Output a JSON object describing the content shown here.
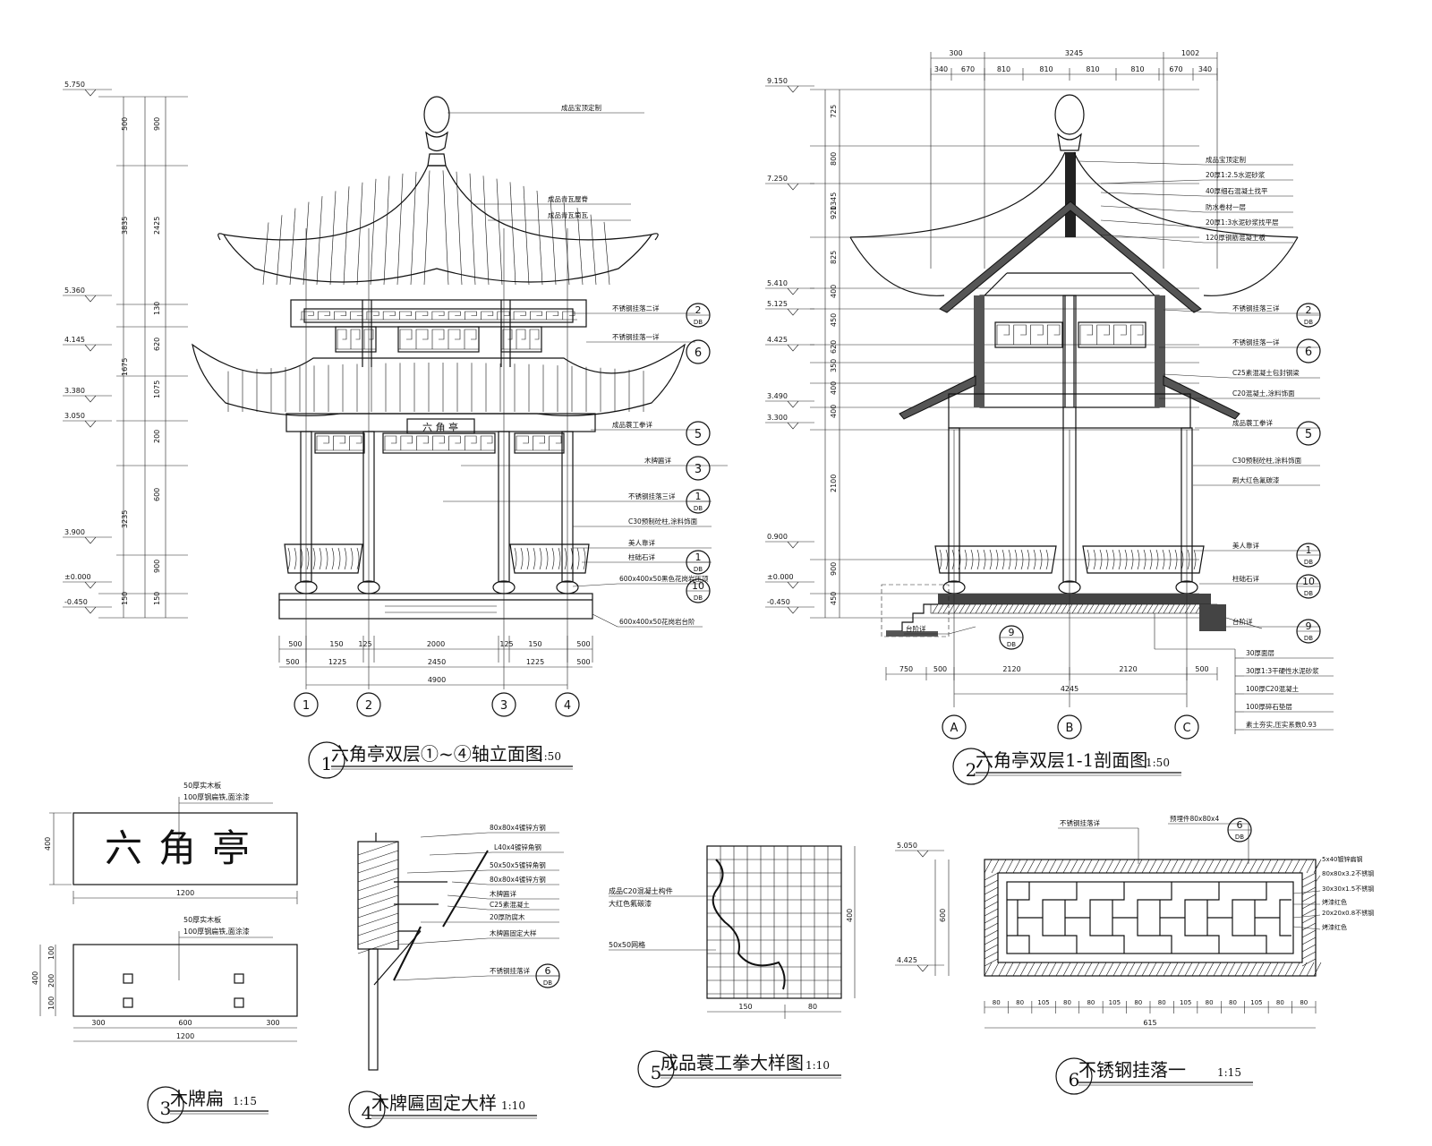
{
  "titles": {
    "d1": {
      "num": "1",
      "name": "六角亭双层①~④轴立面图",
      "scale": "1:50"
    },
    "d2": {
      "num": "2",
      "name": "六角亭双层1-1剖面图",
      "scale": "1:50"
    },
    "d3": {
      "num": "3",
      "name": "木牌扁",
      "scale": "1:15"
    },
    "d4": {
      "num": "4",
      "name": "木牌匾固定大样",
      "scale": "1:10"
    },
    "d5": {
      "num": "5",
      "name": "成品蓑工拳大样图",
      "scale": "1:10"
    },
    "d6": {
      "num": "6",
      "name": "不锈钢挂落一",
      "scale": "1:15"
    }
  },
  "elev": {
    "levels": [
      "5.750",
      "5.360",
      "4.145",
      "3.380",
      "3.050",
      "3.900",
      "±0.000",
      "-0.450"
    ],
    "vdims_outer": [
      "500",
      "3835",
      "1675",
      "3235",
      "150"
    ],
    "vdims_inner": [
      "900",
      "2425",
      "130",
      "620",
      "1075",
      "200",
      "600",
      "900",
      "150"
    ],
    "labels": [
      "成品宝顶定制",
      "成品青瓦屋脊",
      "成品青瓦筒瓦",
      "不锈钢挂落二详",
      "不锈钢挂落一详",
      "成品蓑工拳详",
      "木牌匾详",
      "不锈钢挂落三详",
      "C30预制砼柱,涂料饰面",
      "美人靠详",
      "柱础石详",
      "600x400x50黑色花岗岩压顶",
      "600x400x50花岗岩台阶"
    ],
    "bubbles": [
      "2",
      "6",
      "5",
      "3",
      "1",
      "1",
      "10"
    ],
    "bubble_sub": "DB",
    "hdim_top": [
      "500",
      "150",
      "125",
      "2000",
      "125",
      "150",
      "500"
    ],
    "hdim_mid": [
      "500",
      "1225",
      "2450",
      "1225",
      "500"
    ],
    "hdim_total": "4900",
    "axes": [
      "1",
      "2",
      "3",
      "4"
    ],
    "sign": "六 角 亭"
  },
  "sect": {
    "levels": [
      "9.150",
      "7.250",
      "5.410",
      "5.125",
      "4.425",
      "3.490",
      "3.300",
      "0.900",
      "±0.000",
      "-0.450"
    ],
    "vdims": [
      "725",
      "800",
      "1345",
      "920",
      "825",
      "400",
      "450",
      "620",
      "350",
      "400",
      "400",
      "2100",
      "900",
      "450"
    ],
    "hdim_top": [
      "300",
      "3245",
      "1002"
    ],
    "hdim_row": [
      "340",
      "670",
      "810",
      "810",
      "810",
      "810",
      "670",
      "340"
    ],
    "hdim_bot": [
      "750",
      "500",
      "2120",
      "2120",
      "500"
    ],
    "hdim_total": "4245",
    "labels": [
      "成品宝顶定制",
      "20厚1:2.5水泥砂浆",
      "40厚细石混凝土找平",
      "防水卷材一层",
      "20厚1:3水泥砂浆找平层",
      "120厚钢筋混凝土板",
      "不锈钢挂落三详",
      "不锈钢挂落一详",
      "C25素混凝土包封钢梁",
      "C20混凝土,涂料饰面",
      "成品蓑工拳详",
      "C30预制砼柱,涂料饰面",
      "刷大红色氟碳漆",
      "美人靠详",
      "柱础石详",
      "台阶详",
      "台阶详",
      "30厚1:3干硬性水泥砂浆",
      "100厚C20混凝土",
      "100厚碎石垫层",
      "素土夯实,压实系数0.93",
      "30厚面层"
    ],
    "axes": [
      "A",
      "B",
      "C"
    ]
  },
  "d3": {
    "sign": "六角亭",
    "top_labels": [
      "50厚实木板",
      "100厚钢扁铁,面涂漆"
    ],
    "bot_labels": [
      "50厚实木板",
      "100厚钢扁铁,面涂漆"
    ],
    "dim_w": "1200",
    "dim_h": "400",
    "dim_h2": "400",
    "vd": [
      "100",
      "200",
      "100"
    ],
    "hd": [
      "300",
      "600",
      "300"
    ]
  },
  "d4": {
    "labels": [
      "80x80x4镀锌方钢",
      "L40x4镀锌角钢",
      "50x50x5镀锌角钢",
      "80x80x4镀锌方钢",
      "木牌匾详",
      "C25素混凝土",
      "20厚防腐木",
      "木牌匾固定大样",
      "不锈钢挂落详"
    ]
  },
  "d5": {
    "labels": [
      "成品C20混凝土构件",
      "大红色氟碳漆",
      "50x50网格"
    ],
    "dim_w": [
      "150",
      "80"
    ],
    "dim_h": "400"
  },
  "d6": {
    "labels": [
      "不锈钢挂落详",
      "预埋件80x80x4",
      "5x40镀锌扁钢",
      "80x80x3.2不锈钢",
      "30x30x1.5不锈钢",
      "烤漆红色",
      "20x20x0.8不锈钢",
      "烤漆红色"
    ],
    "levels": [
      "5.050",
      "4.425"
    ],
    "dims": [
      "80",
      "80",
      "105",
      "80",
      "80",
      "105",
      "80",
      "80",
      "105",
      "80",
      "80",
      "105",
      "80",
      "80"
    ],
    "total": "615",
    "vdim": "600"
  }
}
